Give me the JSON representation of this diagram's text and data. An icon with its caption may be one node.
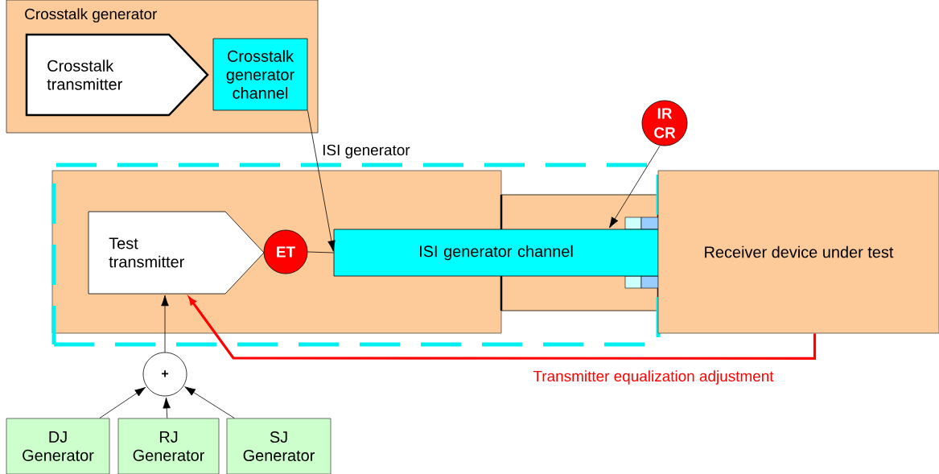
{
  "diagram": {
    "nodes": [
      {
        "text": [
          "Crosstalk generator"
        ]
      },
      {
        "text": [
          "Crosstalk transmitter"
        ],
        "in": 0
      },
      {
        "text": [
          "Crosstalk generator channel"
        ],
        "in": 0
      },
      {
        "text": [
          "ISI generator"
        ]
      },
      {
        "text": [
          "Test transmitter"
        ],
        "in": 3
      },
      {
        "text": [
          "ET"
        ],
        "in": 3
      },
      {
        "text": [
          "ISI generator channel"
        ],
        "in": 3
      },
      {
        "text": [
          "IR CR"
        ]
      },
      {
        "text": [
          "Receiver device under test"
        ]
      },
      {
        "text": [
          "+"
        ]
      },
      {
        "text": [
          "DJ Generator"
        ]
      },
      {
        "text": [
          "RJ Generator"
        ]
      },
      {
        "text": [
          "SJ Generator"
        ]
      }
    ],
    "edges": [
      {
        "from": 2,
        "to": 6,
        "arrow": "to"
      },
      {
        "from": 5,
        "to": 6,
        "arrow": "none"
      },
      {
        "from": 7,
        "to": 6,
        "arrow": "to"
      },
      {
        "from": 9,
        "to": 4,
        "arrow": "to"
      },
      {
        "from": 10,
        "to": 9,
        "arrow": "to"
      },
      {
        "from": 11,
        "to": 9,
        "arrow": "to"
      },
      {
        "from": 12,
        "to": 9,
        "arrow": "to"
      },
      {
        "from": 8,
        "to": 4,
        "arrow": "to",
        "label": "Transmitter equalization adjustment",
        "style": "thick",
        "color": "#ff0000"
      }
    ]
  }
}
